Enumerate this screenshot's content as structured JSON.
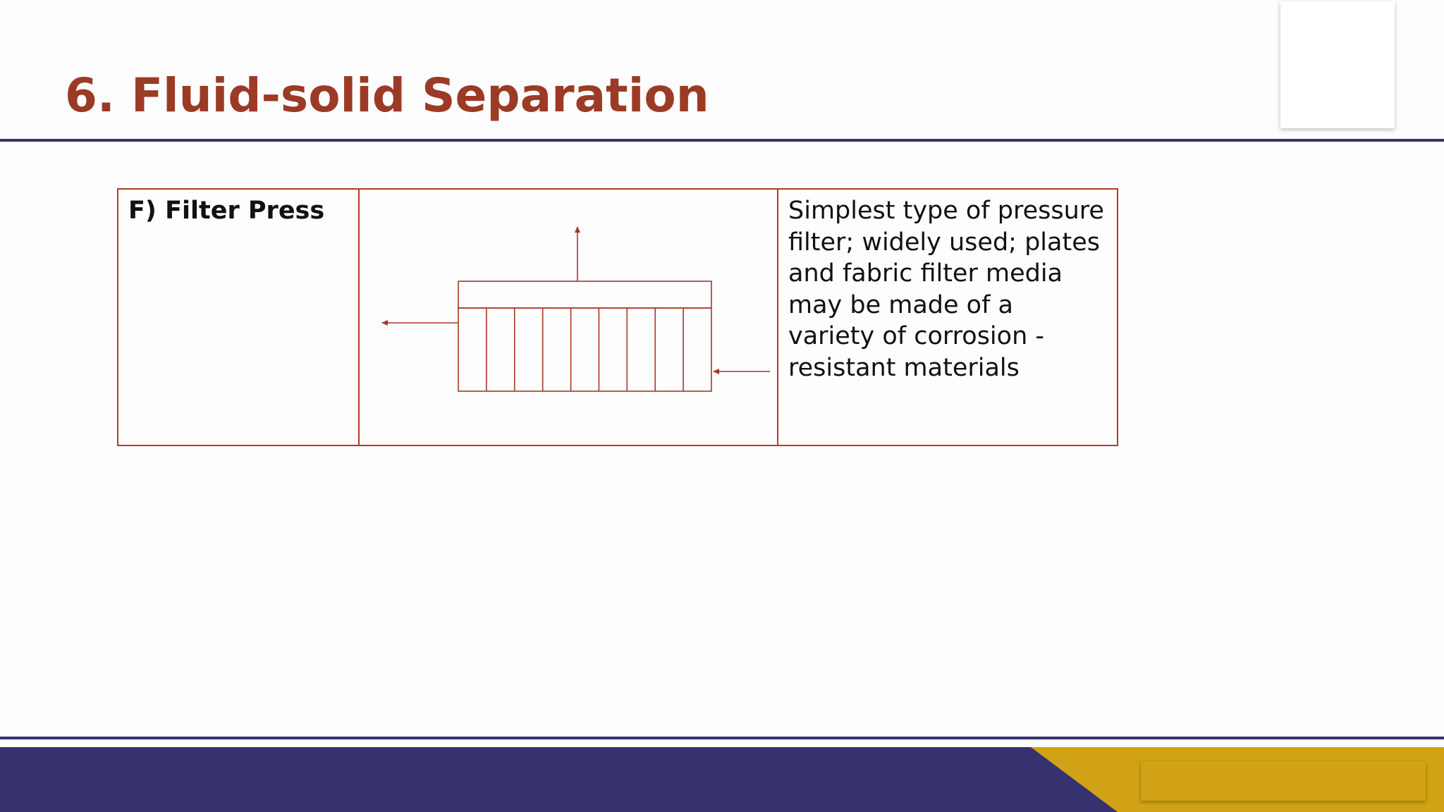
{
  "slide": {
    "title": "6. Fluid-solid Separation"
  },
  "table": {
    "label": "F) Filter Press",
    "description": "Simplest type of pressure filter; widely used; plates and fabric filter media may be made of a variety of corrosion - resistant materials"
  },
  "diagram": {
    "plate_count": 9
  },
  "colors": {
    "title": "#9b3a25",
    "table_border": "#b33b2c",
    "rule": "#35306f",
    "footer_navy": "#36316f",
    "footer_gold": "#d1a215"
  }
}
